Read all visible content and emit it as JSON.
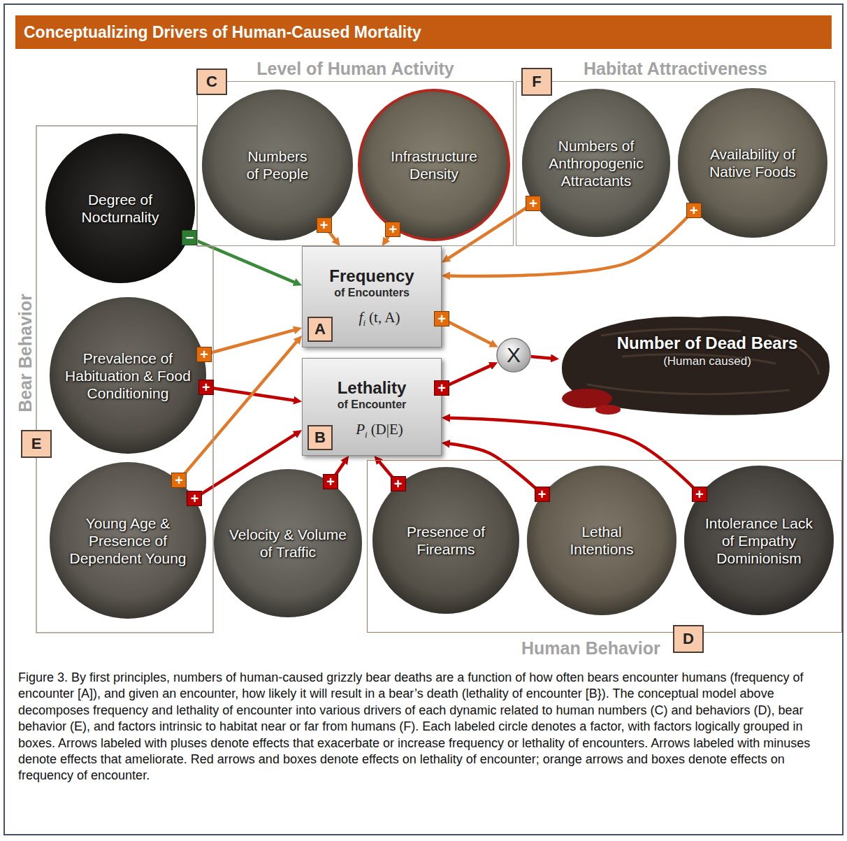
{
  "diagram": {
    "title": "Conceptualizing Drivers of Human-Caused Mortality",
    "caption": "Figure 3. By first principles, numbers of human-caused grizzly bear deaths are a function of how often bears encounter humans (frequency of encounter [A]), and given an encounter, how likely it will result in a bear’s death (lethality of encounter [B}). The conceptual model above decomposes frequency and lethality of encounter into various drivers of each dynamic related to human numbers (C) and behaviors (D), bear behavior (E), and factors intrinsic to habitat near or far from humans (F). Each labeled circle denotes a factor, with factors logically grouped in boxes. Arrows labeled with pluses denote effects that exacerbate or increase frequency or lethality of encounters. Arrows labeled with minuses denote effects that ameliorate. Red arrows and boxes denote effects on lethality of encounter; orange arrows and boxes denote effects on frequency of encounter.",
    "nodes": [
      {
        "text": [
          "Level of Human Activity",
          "C"
        ]
      },
      {
        "text": [
          "Numbers of People"
        ],
        "in": 0
      },
      {
        "text": [
          "Infrastructure Density"
        ],
        "in": 0
      },
      {
        "text": [
          "Habitat Attractiveness",
          "F"
        ]
      },
      {
        "text": [
          "Numbers of Anthropogenic Attractants"
        ],
        "in": 3
      },
      {
        "text": [
          "Availability of Native Foods"
        ],
        "in": 3
      },
      {
        "text": [
          "Bear Behavior",
          "E"
        ]
      },
      {
        "text": [
          "Degree of Nocturnality"
        ],
        "in": 6
      },
      {
        "text": [
          "Frequency",
          "of Encounters",
          "f",
          "i",
          "(t, A)",
          "A"
        ]
      },
      {
        "text": [
          "Prevalence of Habituation & Food Conditioning"
        ],
        "in": 6
      },
      {
        "text": [
          "X"
        ]
      },
      {
        "text": [
          "Number of Dead Bears",
          "(Human caused)"
        ]
      },
      {
        "text": [
          "Lethality",
          "of Encounter",
          "P",
          "i",
          "(D|E)",
          "B"
        ]
      },
      {
        "text": [
          "Young Age & Presence of Dependent Young"
        ],
        "in": 6
      },
      {
        "text": [
          "Velocity & Volume of Traffic"
        ]
      },
      {
        "text": [
          "Human Behavior",
          "D"
        ]
      },
      {
        "text": [
          "Presence of Firearms"
        ],
        "in": 15
      },
      {
        "text": [
          "Lethal Intentions"
        ],
        "in": 15
      },
      {
        "text": [
          "Intolerance Lack of Empathy Dominionism"
        ],
        "in": 15
      }
    ],
    "edges": [
      {
        "from": 1,
        "to": 8,
        "arrow": "to",
        "label": "+"
      },
      {
        "from": 2,
        "to": 8,
        "arrow": "to",
        "label": "+"
      },
      {
        "from": 4,
        "to": 8,
        "arrow": "to",
        "label": "+"
      },
      {
        "from": 5,
        "to": 8,
        "arrow": "to",
        "label": "+"
      },
      {
        "from": 7,
        "to": 8,
        "arrow": "to",
        "label": "−"
      },
      {
        "from": 9,
        "to": 8,
        "arrow": "to",
        "label": "+"
      },
      {
        "from": 9,
        "to": 12,
        "arrow": "to",
        "label": "+"
      },
      {
        "from": 8,
        "to": 10,
        "arrow": "to",
        "label": "+"
      },
      {
        "from": 12,
        "to": 10,
        "arrow": "to",
        "label": "+"
      },
      {
        "from": 10,
        "to": 11,
        "arrow": "to"
      },
      {
        "from": 13,
        "to": 8,
        "arrow": "to",
        "label": "+"
      },
      {
        "from": 13,
        "to": 12,
        "arrow": "to",
        "label": "+"
      },
      {
        "from": 14,
        "to": 12,
        "arrow": "to",
        "label": "+"
      },
      {
        "from": 16,
        "to": 12,
        "arrow": "to",
        "label": "+"
      },
      {
        "from": 17,
        "to": 12,
        "arrow": "to",
        "label": "+"
      },
      {
        "from": 18,
        "to": 12,
        "arrow": "to",
        "label": "+"
      }
    ]
  }
}
